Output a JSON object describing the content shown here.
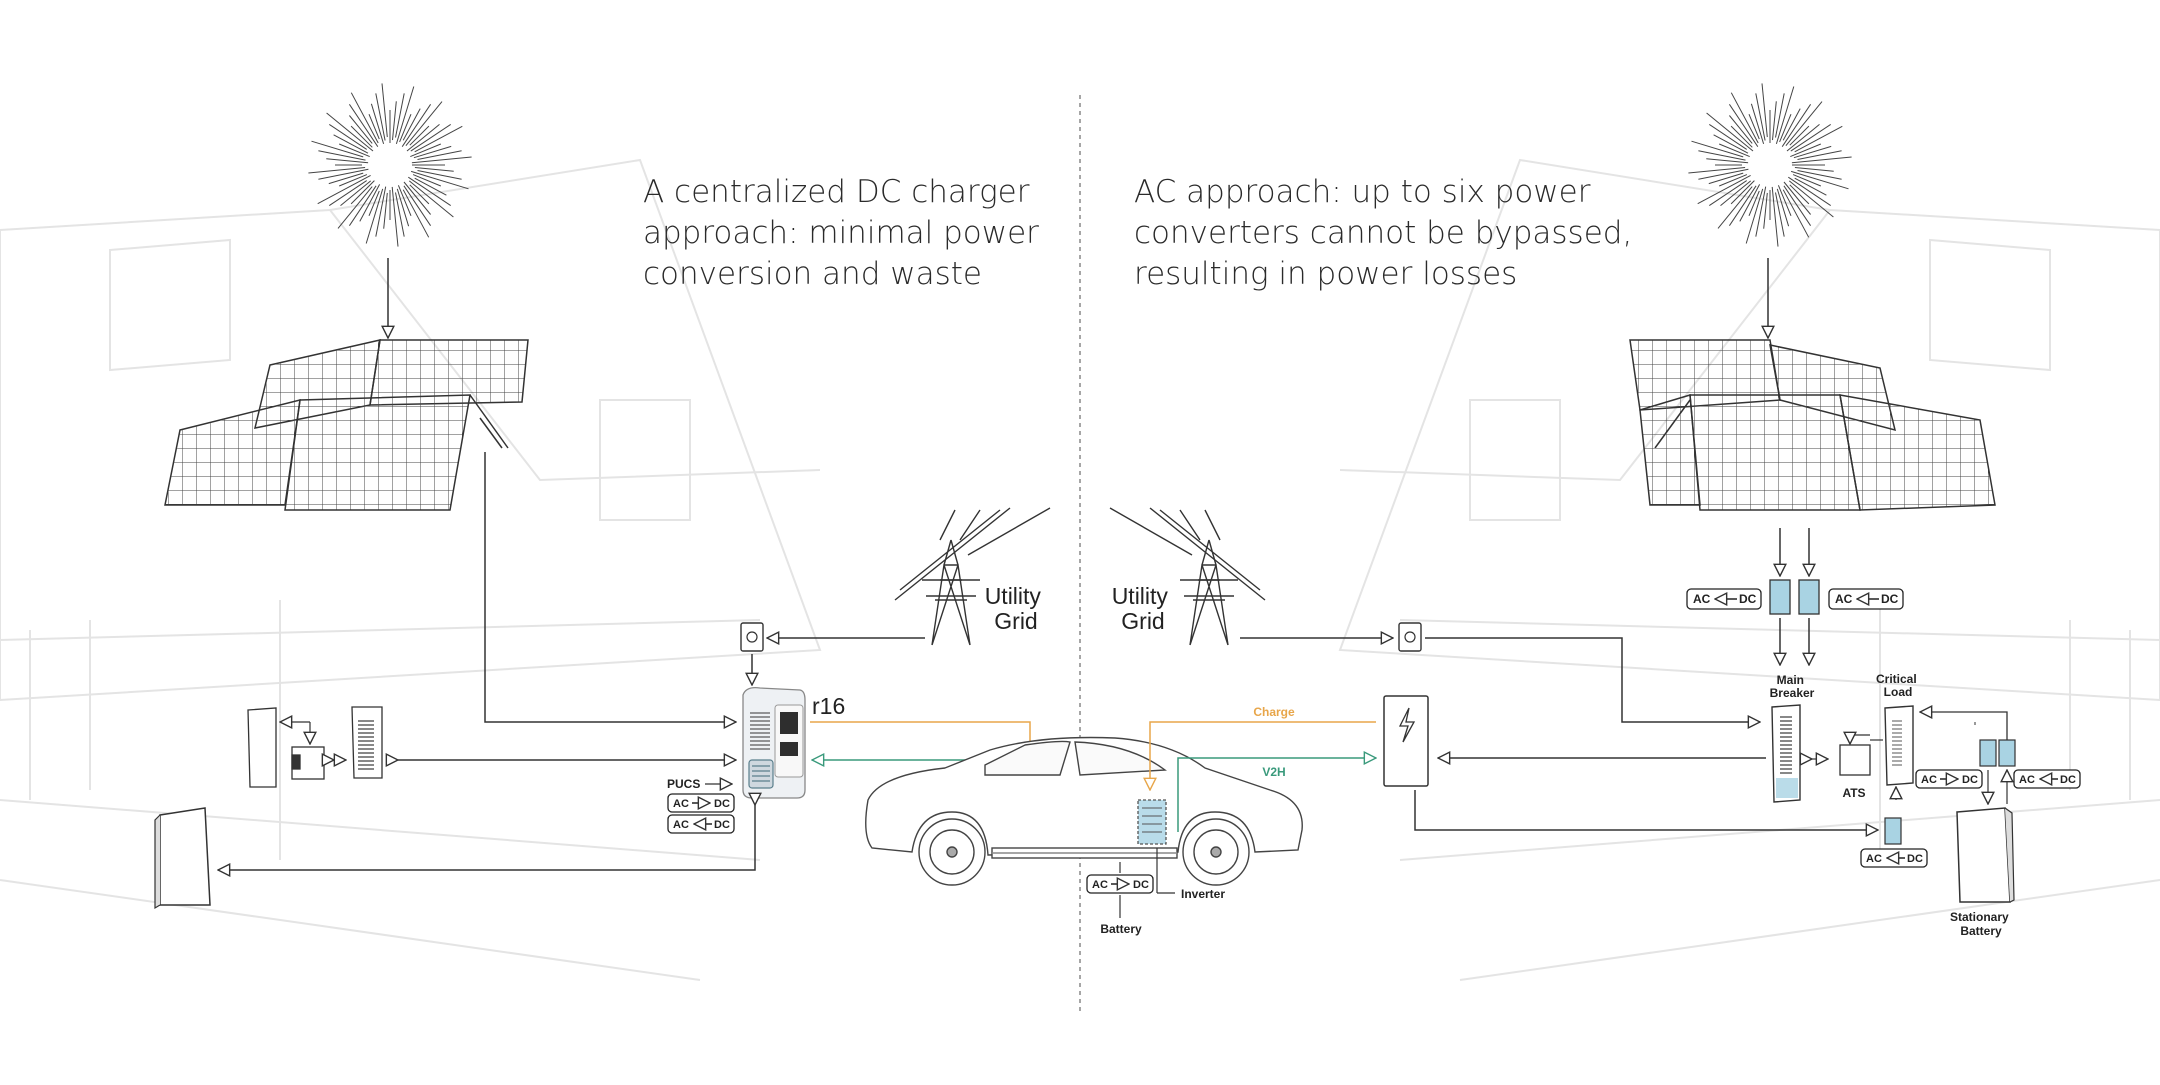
{
  "left_title": [
    "A centralized DC charger",
    "approach: minimal power",
    "conversion and waste"
  ],
  "right_title": [
    "AC approach: up to six power",
    "converters cannot be bypassed,",
    "resulting in power losses"
  ],
  "labels": {
    "utility_grid_left": [
      "Utility",
      "Grid"
    ],
    "utility_grid_right": [
      "Utility",
      "Grid"
    ],
    "charger_name": "r16",
    "pucs": "PUCS",
    "ac_dc": "AC",
    "dc": "DC",
    "charge": "Charge",
    "v2h": "V2H",
    "inverter": "Inverter",
    "battery": "Battery",
    "main_breaker": [
      "Main",
      "Breaker"
    ],
    "critical_load": [
      "Critical",
      "Load"
    ],
    "ats": "ATS",
    "stationary_battery": [
      "Stationary",
      "Battery"
    ]
  },
  "colors": {
    "charge": "#e8a64a",
    "v2h": "#3a9a7c",
    "line": "#333333",
    "converter_fill": "#a9d3e3",
    "house": "#e6e6e6"
  }
}
